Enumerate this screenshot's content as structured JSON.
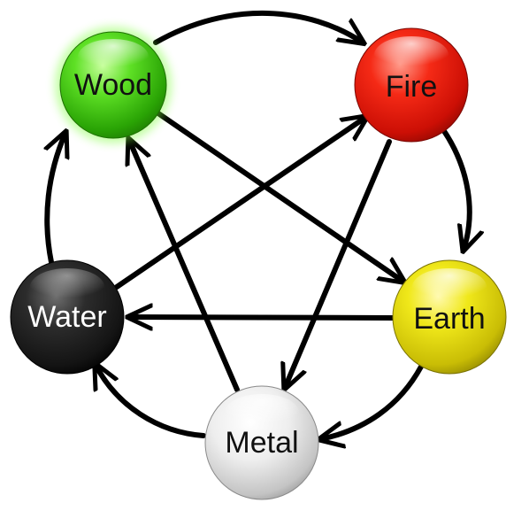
{
  "nodes": {
    "wood": {
      "label": "Wood",
      "color": "#3fc40f",
      "text_color": "#111111"
    },
    "fire": {
      "label": "Fire",
      "color": "#e8180c",
      "text_color": "#111111"
    },
    "earth": {
      "label": "Earth",
      "color": "#e4d80a",
      "text_color": "#111111"
    },
    "metal": {
      "label": "Metal",
      "color": "#d9d9d9",
      "text_color": "#111111"
    },
    "water": {
      "label": "Water",
      "color": "#1c1c1c",
      "text_color": "#ffffff"
    }
  },
  "generating_cycle": [
    {
      "from": "Wood",
      "to": "Fire"
    },
    {
      "from": "Fire",
      "to": "Earth"
    },
    {
      "from": "Earth",
      "to": "Metal"
    },
    {
      "from": "Metal",
      "to": "Water"
    },
    {
      "from": "Water",
      "to": "Wood"
    }
  ],
  "controlling_cycle": [
    {
      "from": "Wood",
      "to": "Earth"
    },
    {
      "from": "Earth",
      "to": "Water"
    },
    {
      "from": "Water",
      "to": "Fire"
    },
    {
      "from": "Fire",
      "to": "Metal"
    },
    {
      "from": "Metal",
      "to": "Wood"
    }
  ]
}
